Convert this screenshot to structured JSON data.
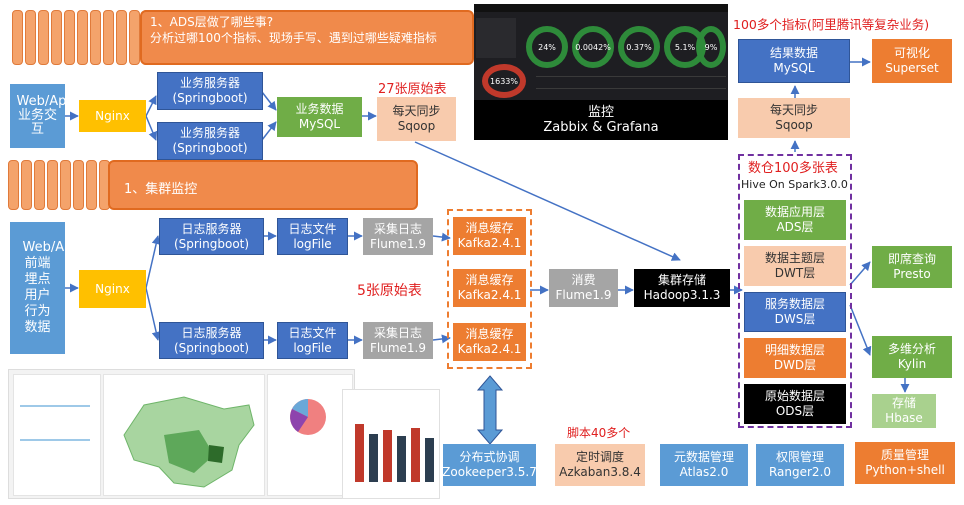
{
  "banners": {
    "top": {
      "line1": "1、ADS层做了哪些事?",
      "line2": "分析过哪100个指标、现场手写、遇到过哪些疑难指标"
    },
    "cluster": {
      "text": "1、集群监控"
    }
  },
  "section1": {
    "source": "Web/App业务交互",
    "nginx": "Nginx",
    "server1": {
      "title": "业务服务器",
      "sub": "(Springboot)"
    },
    "server2": {
      "title": "业务服务器",
      "sub": "(Springboot)"
    },
    "db": {
      "title": "业务数据",
      "sub": "MySQL"
    },
    "sqoop": {
      "title": "每天同步",
      "sub": "Sqoop"
    },
    "note_tables": "27张原始表"
  },
  "monitor": {
    "title": "监控",
    "sub": "Zabbix & Grafana",
    "gauges": [
      "24%",
      "0.0042%",
      "0.37%",
      "5.1%",
      "9%"
    ],
    "big_gauge": "1633%"
  },
  "section2": {
    "source": "Web/App前端埋点用户行为数据",
    "nginx": "Nginx",
    "log_server1": {
      "title": "日志服务器",
      "sub": "(Springboot)"
    },
    "log_server2": {
      "title": "日志服务器",
      "sub": "(Springboot)"
    },
    "log_file1": {
      "title": "日志文件",
      "sub": "logFile"
    },
    "log_file2": {
      "title": "日志文件",
      "sub": "logFile"
    },
    "flume1": {
      "title": "采集日志",
      "sub": "Flume1.9"
    },
    "flume2": {
      "title": "采集日志",
      "sub": "Flume1.9"
    },
    "kafka": [
      {
        "title": "消息缓存",
        "sub": "Kafka2.4.1"
      },
      {
        "title": "消息缓存",
        "sub": "Kafka2.4.1"
      },
      {
        "title": "消息缓存",
        "sub": "Kafka2.4.1"
      }
    ],
    "consumer": {
      "title": "消费",
      "sub": "Flume1.9"
    },
    "note_tables": "5张原始表"
  },
  "storage": {
    "title": "集群存储",
    "sub": "Hadoop3.1.3"
  },
  "warehouse": {
    "note": "数仓100多张表",
    "engine": "Hive On Spark3.0.0",
    "layers": [
      {
        "title": "数据应用层",
        "sub": "ADS层"
      },
      {
        "title": "数据主题层",
        "sub": "DWT层"
      },
      {
        "title": "服务数据层",
        "sub": "DWS层"
      },
      {
        "title": "明细数据层",
        "sub": "DWD层"
      },
      {
        "title": "原始数据层",
        "sub": "ODS层"
      }
    ]
  },
  "output": {
    "note": "100多个指标(阿里腾讯等复杂业务)",
    "result_db": {
      "title": "结果数据",
      "sub": "MySQL"
    },
    "viz": {
      "title": "可视化",
      "sub": "Superset"
    },
    "export": {
      "title": "每天同步",
      "sub": "Sqoop"
    },
    "presto": {
      "title": "即席查询",
      "sub": "Presto"
    },
    "kylin": {
      "title": "多维分析",
      "sub": "Kylin"
    },
    "hbase": {
      "title": "存储",
      "sub": "Hbase"
    }
  },
  "bottom": {
    "zookeeper": {
      "title": "分布式协调",
      "sub": "Zookeeper3.5.7"
    },
    "azkaban_note": "脚本40多个",
    "azkaban": {
      "title": "定时调度",
      "sub": "Azkaban3.8.4"
    },
    "atlas": {
      "title": "元数据管理",
      "sub": "Atlas2.0"
    },
    "ranger": {
      "title": "权限管理",
      "sub": "Ranger2.0"
    },
    "quality": {
      "title": "质量管理",
      "sub": "Python+shell"
    }
  },
  "colors": {
    "blue": "#4472c4",
    "green": "#70ad47",
    "orange": "#ed7d31",
    "gold": "#ffc000",
    "peach": "#f8cbad",
    "gray": "#a5a5a5",
    "black": "#000000",
    "red_text": "#e02020"
  }
}
